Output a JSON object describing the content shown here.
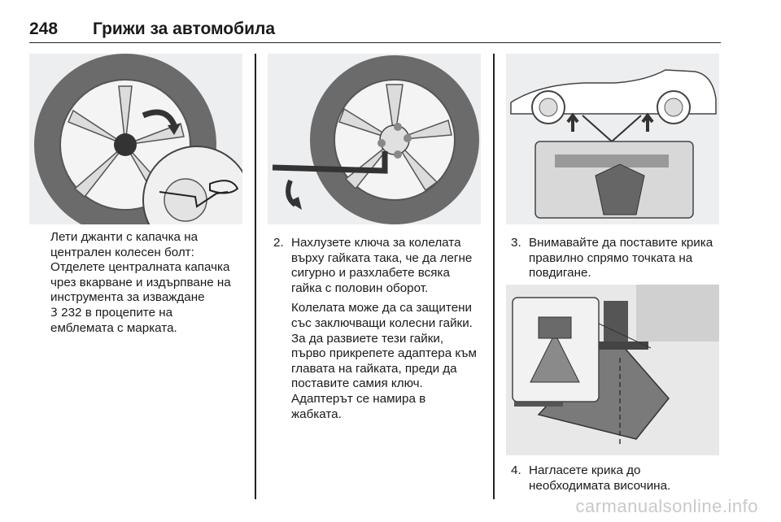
{
  "header": {
    "page_number": "248",
    "title": "Грижи за автомобила"
  },
  "column1": {
    "paragraph_lines": [
      "Лети джанти с капачка на",
      "централен колесен болт:",
      "Отделете централната капачка",
      "чрез вкарване и издърпване на",
      "инструмента за изваждане"
    ],
    "reference_icon": "3",
    "reference_text": "232 в процепите на",
    "reference_tail": "емблемата с марката."
  },
  "column2": {
    "step_number": "2.",
    "step_lines": [
      "Нахлузете ключа за колелата",
      "върху гайката така, че да легне",
      "сигурно и разхлабете всяка",
      "гайка с половин оборот."
    ],
    "note_lines": [
      "Колелата може да са защитени",
      "със заключващи колесни гайки.",
      "За да развиете тези гайки,",
      "първо прикрепете адаптера към",
      "главата на гайката, преди да",
      "поставите самия ключ.",
      "Адаптерът се намира в",
      "жабката."
    ]
  },
  "column3": {
    "step3_number": "3.",
    "step3_lines": [
      "Внимавайте да поставите крика",
      "правилно спрямо точката на",
      "повдигане."
    ],
    "step4_number": "4.",
    "step4_lines": [
      "Нагласете крика до",
      "необходимата височина."
    ]
  },
  "watermark": "carmanualsonline.info",
  "colors": {
    "figure_bg": "#eceef0",
    "tire": "#4a4a4a",
    "line": "#333333"
  }
}
